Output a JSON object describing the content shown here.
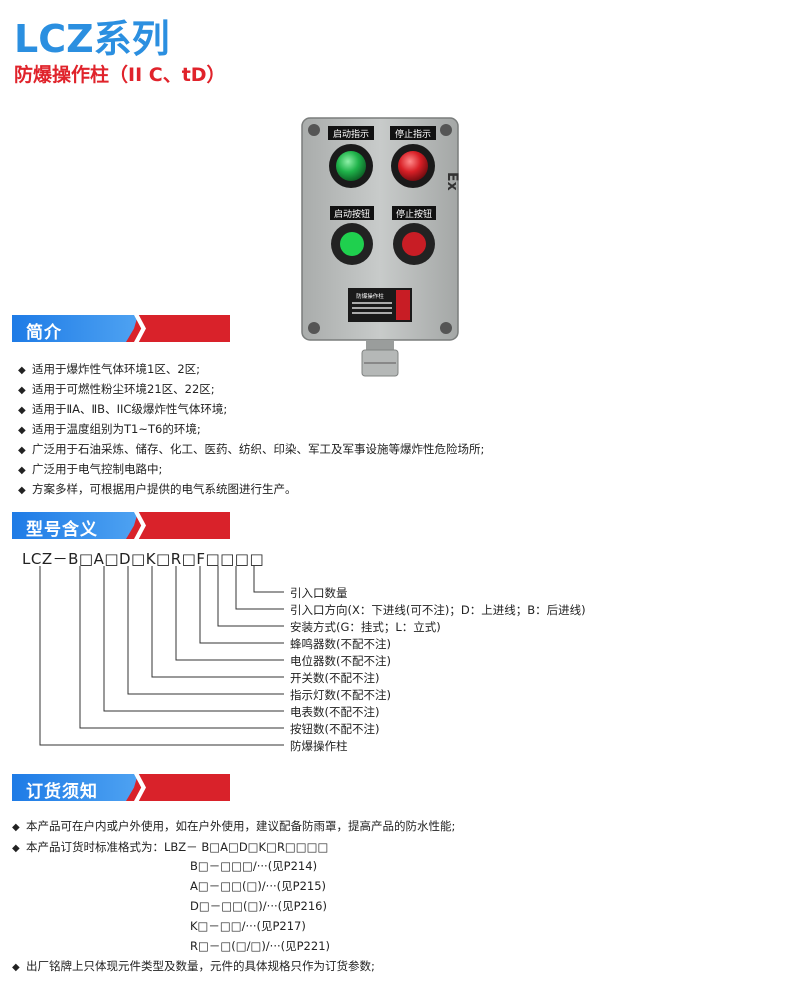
{
  "header": {
    "title": "LCZ系列",
    "subtitle": "防爆操作柱（II C、tD）"
  },
  "product": {
    "labels": [
      "启动指示",
      "停止指示",
      "启动按钮",
      "停止按钮"
    ],
    "nameplate_title": "防爆操作柱",
    "side_mark": "Ex",
    "colors": {
      "body": "#b9bcbb",
      "green": "#1fb34a",
      "red": "#d81f26"
    }
  },
  "sections": {
    "intro": "简介",
    "model": "型号含义",
    "order": "订货须知"
  },
  "intro_bullets": [
    "适用于爆炸性气体环境1区、2区;",
    "适用于可燃性粉尘环境21区、22区;",
    "适用于ⅡA、ⅡB、IIC级爆炸性气体环境;",
    "适用于温度组别为T1~T6的环境;",
    "广泛用于石油采炼、储存、化工、医药、纺织、印染、军工及军事设施等爆炸性危险场所;",
    "广泛用于电气控制电路中;",
    "方案多样，可根据用户提供的电气系统图进行生产。"
  ],
  "model_code": "LCZ－B□A□D□K□R□F□□□□",
  "model_labels": [
    "引入口数量",
    "引入口方向(X：下进线(可不注)；D：上进线；B：后进线)",
    "安装方式(G：挂式；L：立式)",
    "蜂鸣器数(不配不注)",
    "电位器数(不配不注)",
    "开关数(不配不注)",
    "指示灯数(不配不注)",
    "电表数(不配不注)",
    "按钮数(不配不注)",
    "防爆操作柱"
  ],
  "order_bullets": {
    "first": "本产品可在户内或户外使用，如在户外使用，建议配备防雨罩，提高产品的防水性能;",
    "second": "本产品订货时标准格式为：LBZ－ B□A□D□K□R□□□□",
    "formats": [
      "B□－□□□/···(见P214)",
      "A□－□□(□)/···(见P215)",
      "D□－□□(□)/···(见P216)",
      "K□－□□/···(见P217)",
      "R□－□(□/□)/···(见P221)"
    ],
    "last": "出厂铭牌上只体现元件类型及数量，元件的具体规格只作为订货参数;"
  },
  "bullet_glyph": "◆"
}
